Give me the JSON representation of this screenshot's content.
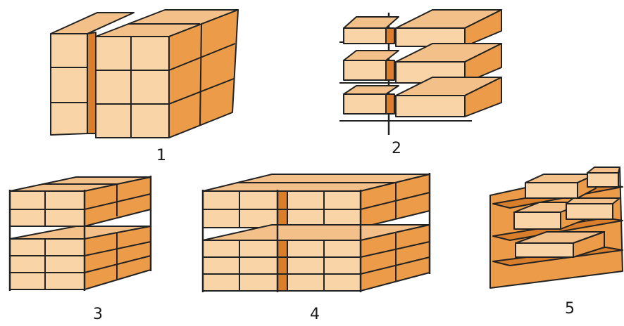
{
  "labels": {
    "one": "1",
    "two": "2",
    "three": "3",
    "four": "4",
    "five": "5"
  },
  "colors": {
    "front": "#f8d4a6",
    "top": "#f3c08a",
    "side": "#ec9b48",
    "dark": "#d97f2c",
    "line": "#222222"
  }
}
